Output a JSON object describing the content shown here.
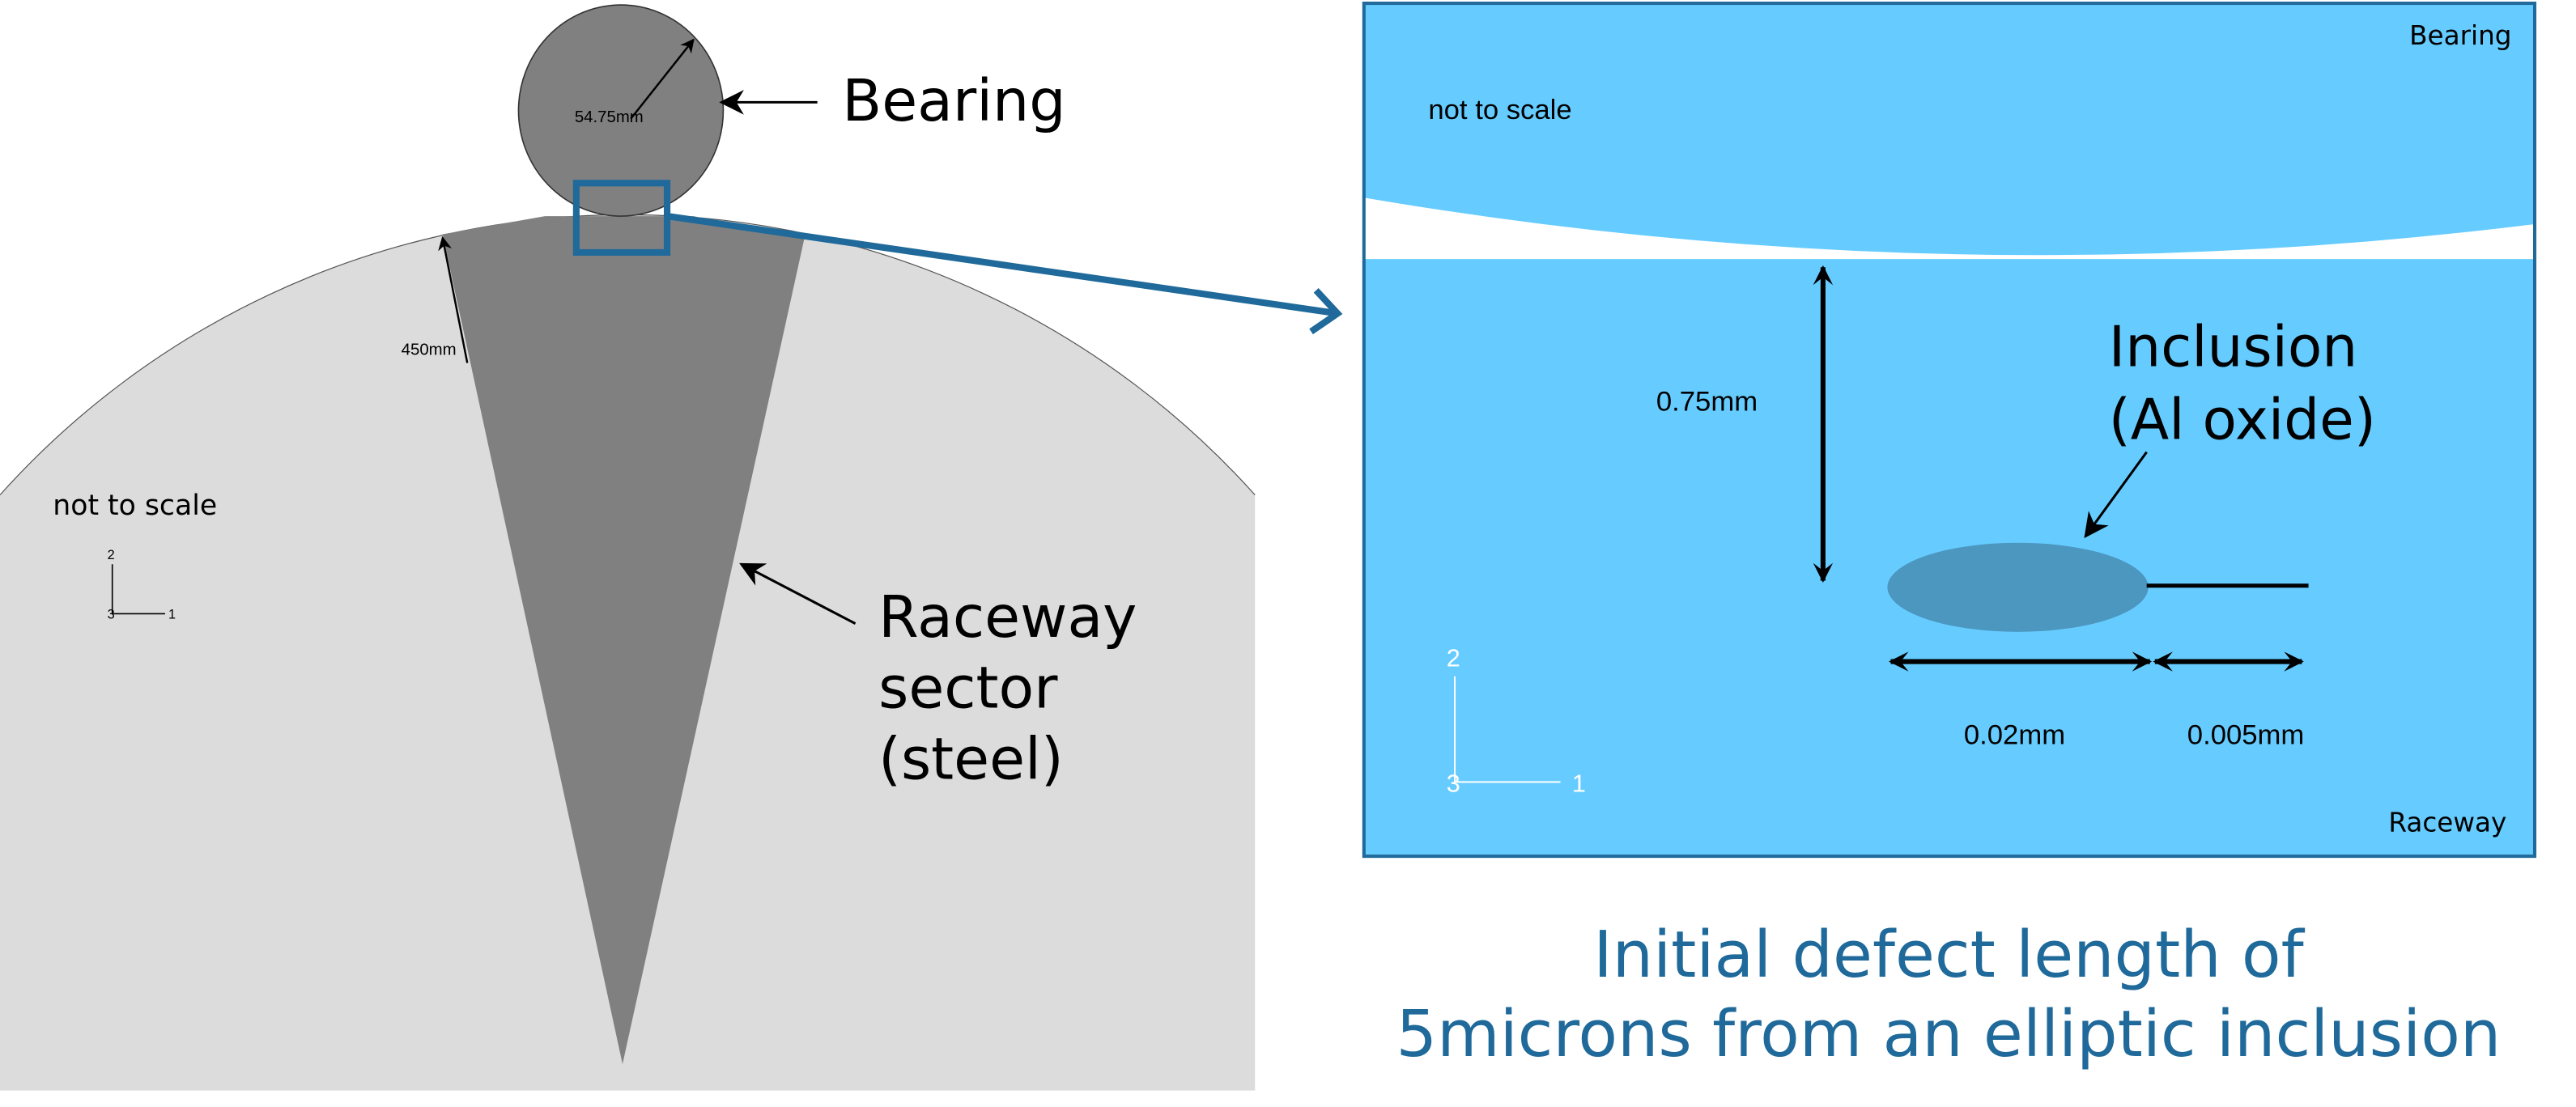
{
  "left_panel": {
    "bearing_label": "Bearing",
    "bearing_radius": "54.75mm",
    "raceway_radius": "450mm",
    "raceway_label_lines": [
      "Raceway",
      "sector",
      "(steel)"
    ],
    "scale_note": "not to scale",
    "axes": {
      "y": "2",
      "z": "3",
      "x": "1"
    }
  },
  "right_panel": {
    "top_label": "Bearing",
    "bottom_label": "Raceway",
    "scale_note": "not to scale",
    "depth_dim": "0.75mm",
    "inclusion_label_lines": [
      "Inclusion",
      "(Al oxide)"
    ],
    "inclusion_length": "0.02mm",
    "crack_length": "0.005mm",
    "axes": {
      "y": "2",
      "z": "3",
      "x": "1"
    }
  },
  "caption_lines": [
    "Initial defect length of",
    "5microns from an elliptic inclusion"
  ],
  "colors": {
    "raceway": "#DCDCDC",
    "sector": "#808080",
    "accent": "#1F6A9A",
    "zoom_bg": "#66CCFF",
    "inclusion": "#4C97C0"
  }
}
